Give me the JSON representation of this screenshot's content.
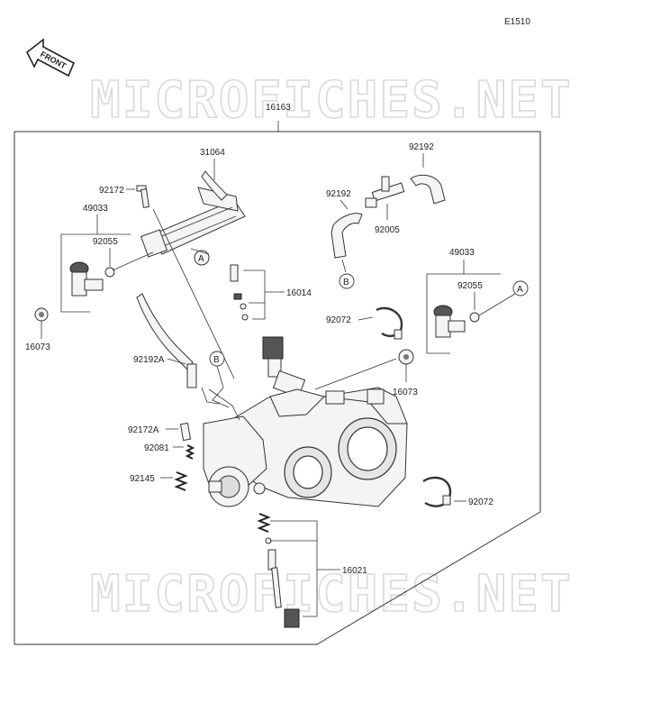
{
  "diagram_code": "E1510",
  "front_label": "FRONT",
  "watermark": "MICROFICHES.NET",
  "assembly_label": "16163",
  "callouts": {
    "c31064": "31064",
    "c92172": "92172",
    "c49033_left": "49033",
    "c92055_left": "92055",
    "c16073_left": "16073",
    "c92192_top": "92192",
    "c92192_mid": "92192",
    "c92005": "92005",
    "c49033_right": "49033",
    "c92055_right": "92055",
    "c16014": "16014",
    "c92072_top": "92072",
    "c92192A": "92192A",
    "c16073_right": "16073",
    "c92172A": "92172A",
    "c92081": "92081",
    "c92145": "92145",
    "c92072_bottom": "92072",
    "c16021": "16021"
  },
  "refs": {
    "a_left": "A",
    "a_right": "A",
    "b_hose": "B",
    "b_body": "B"
  }
}
